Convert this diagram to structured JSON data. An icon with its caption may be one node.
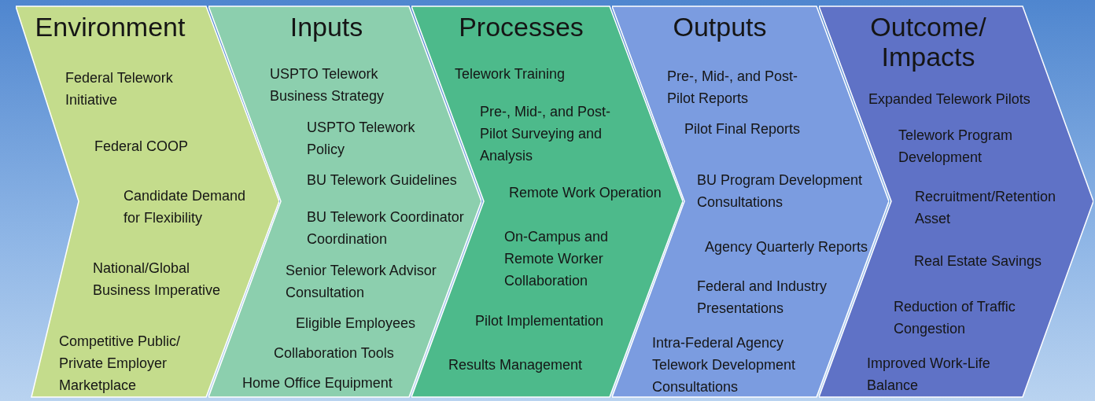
{
  "diagram": {
    "nodes": [
      {
        "text": [
          "Environment",
          "Federal Telework Initiative",
          "Federal COOP",
          "Candidate Demand for Flexibility",
          "National/Global Business Imperative",
          "Competitive Public/ Private Employer Marketplace"
        ]
      },
      {
        "text": [
          "Inputs",
          "USPTO Telework Business Strategy",
          "USPTO Telework Policy",
          "BU Telework Guidelines",
          "BU Telework Coordinator Coordination",
          "Senior Telework Advisor Consultation",
          "Eligible Employees",
          "Collaboration Tools",
          "Home Office Equipment"
        ]
      },
      {
        "text": [
          "Processes",
          "Telework Training",
          "Pre-, Mid-, and Post-Pilot Surveying and Analysis",
          "Remote Work Operation",
          "On-Campus and Remote Worker Collaboration",
          "Pilot Implementation",
          "Results Management"
        ]
      },
      {
        "text": [
          "Outputs",
          "Pre-, Mid-, and Post-Pilot Reports",
          "Pilot Final Reports",
          "BU Program Development Consultations",
          "Agency Quarterly Reports",
          "Federal and Industry Presentations",
          "Intra-Federal Agency Telework Development Consultations"
        ]
      },
      {
        "text": [
          "Outcome/ Impacts",
          "Expanded Telework Pilots",
          "Telework Program Development",
          "Recruitment/Retention Asset",
          "Real Estate Savings",
          "Reduction of Traffic Congestion",
          "Improved Work-Life Balance"
        ]
      }
    ]
  }
}
